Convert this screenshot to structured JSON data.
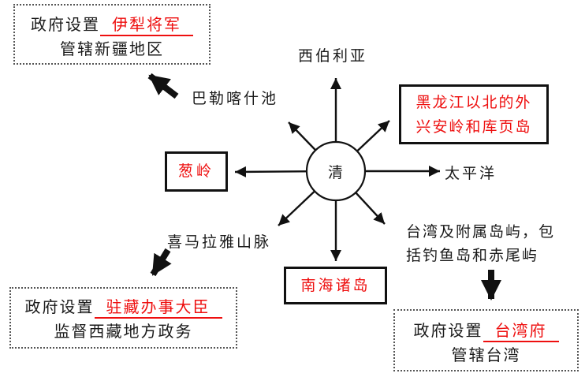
{
  "colors": {
    "accent_red": "#ee0f0f",
    "line_black": "#111111"
  },
  "center": {
    "label": "清"
  },
  "labels": {
    "siberia": "西伯利亚",
    "balkhash": "巴勒喀什池",
    "pacific": "太平洋",
    "himalaya": "喜马拉雅山脉",
    "taiwan_islands": {
      "line1": "台湾及附属岛屿，包",
      "line2": "括钓鱼岛和赤尾屿"
    }
  },
  "red_boxes": {
    "heilongjiang": {
      "line1": "黑龙江以北的外",
      "line2": "兴安岭和库页岛"
    },
    "congling": "葱岭",
    "nanhai": "南海诸岛"
  },
  "callouts": {
    "xinjiang": {
      "prefix": "政府设置",
      "fill": "伊犁将军",
      "line2": "管辖新疆地区"
    },
    "xizang": {
      "prefix": "政府设置",
      "fill": "驻藏办事大臣",
      "line2": "监督西藏地方政务"
    },
    "taiwan": {
      "prefix": "政府设置",
      "fill": "台湾府",
      "line2": "管辖台湾"
    }
  }
}
